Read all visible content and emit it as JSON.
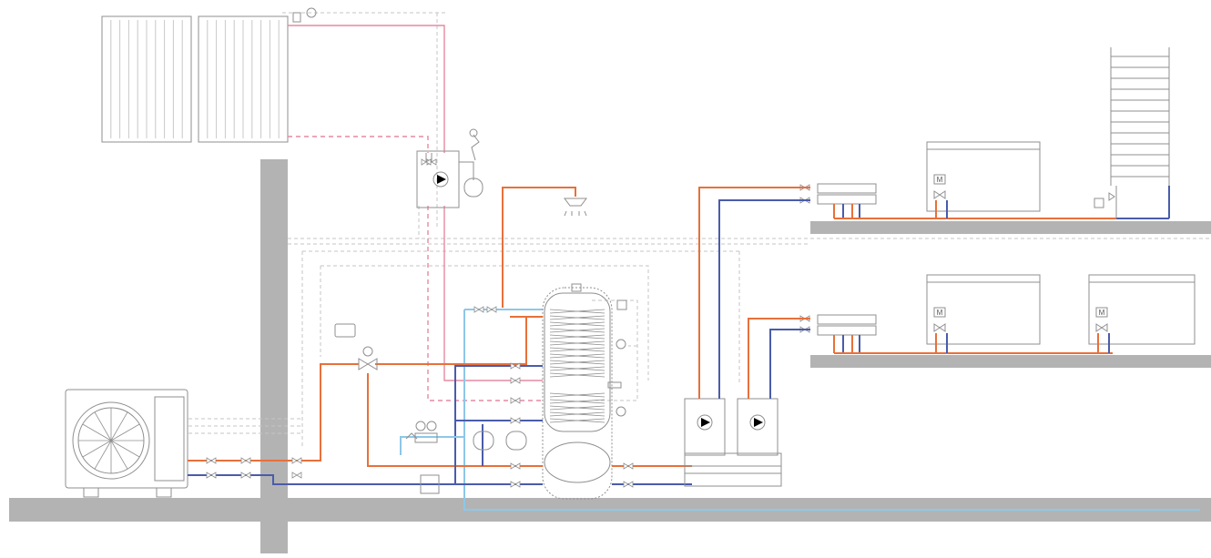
{
  "diagram": {
    "colors": {
      "background": "#ffffff",
      "structure": "#b3b3b3",
      "structure_dark": "#9a9a9a",
      "equipment_outline": "#8f8f8f",
      "hot_pipe": "#e8703a",
      "cold_pipe": "#4a5cab",
      "solar_pipe": "#e58aa0",
      "domestic_cold": "#8ec7e8",
      "control_wire": "#c6c6c6",
      "panel_fill": "#f7f7f7"
    },
    "components": [
      {
        "id": "solar-collector-1",
        "kind": "solar-collector"
      },
      {
        "id": "solar-collector-2",
        "kind": "solar-collector"
      },
      {
        "id": "heat-pump-outdoor-unit",
        "kind": "outdoor-unit-with-fan"
      },
      {
        "id": "solar-pump-station",
        "kind": "pump-group"
      },
      {
        "id": "expansion-vessel-solar",
        "kind": "expansion-vessel"
      },
      {
        "id": "combination-storage-tank",
        "kind": "tank-with-coils"
      },
      {
        "id": "shower-head",
        "kind": "shower"
      },
      {
        "id": "heating-pump-group-1",
        "kind": "pump-group"
      },
      {
        "id": "heating-pump-group-2",
        "kind": "pump-group"
      },
      {
        "id": "floor-manifold-upper",
        "kind": "manifold"
      },
      {
        "id": "floor-manifold-lower",
        "kind": "manifold"
      },
      {
        "id": "fan-coil-upper",
        "kind": "fan-coil"
      },
      {
        "id": "fan-coil-lower-1",
        "kind": "fan-coil"
      },
      {
        "id": "fan-coil-lower-2",
        "kind": "fan-coil"
      },
      {
        "id": "towel-radiator",
        "kind": "towel-rail-radiator"
      },
      {
        "id": "controller-display",
        "kind": "room-controller"
      }
    ],
    "labels": {
      "motor_symbol": "M"
    }
  }
}
